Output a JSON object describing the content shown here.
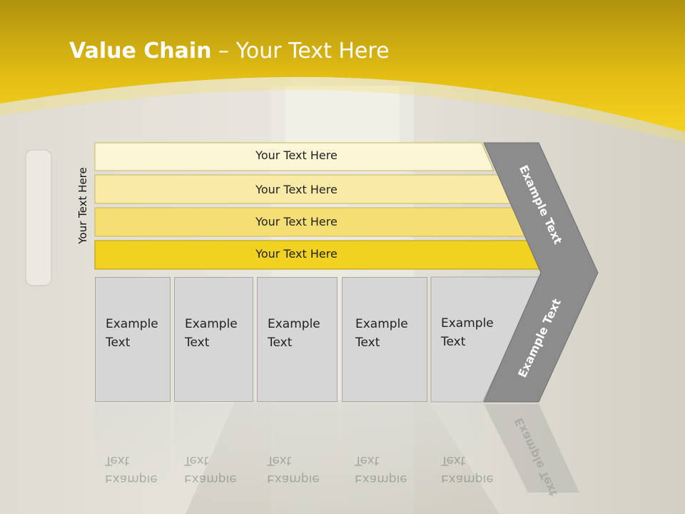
{
  "slide": {
    "title_bold": "Value Chain",
    "title_rest": " – Your Text Here",
    "side_label": "Your Text Here"
  },
  "rows": [
    {
      "label": "Your Text Here",
      "color": "#fcf6d6"
    },
    {
      "label": "Your Text Here",
      "color": "#faeaa8"
    },
    {
      "label": "Your Text Here",
      "color": "#f6df72"
    },
    {
      "label": "Your Text Here",
      "color": "#f2d221"
    }
  ],
  "boxes": [
    {
      "line1": "Example",
      "line2": "Text"
    },
    {
      "line1": "Example",
      "line2": "Text"
    },
    {
      "line1": "Example",
      "line2": "Text"
    },
    {
      "line1": "Example",
      "line2": "Text"
    },
    {
      "line1": "Example",
      "line2": "Text"
    }
  ],
  "chevron": {
    "upper_label": "Example Text",
    "lower_label": "Example Text",
    "color": "#8c8c8c"
  },
  "theme": {
    "band_yellow": "#f2cc1c",
    "band_dark": "#b89a10"
  }
}
